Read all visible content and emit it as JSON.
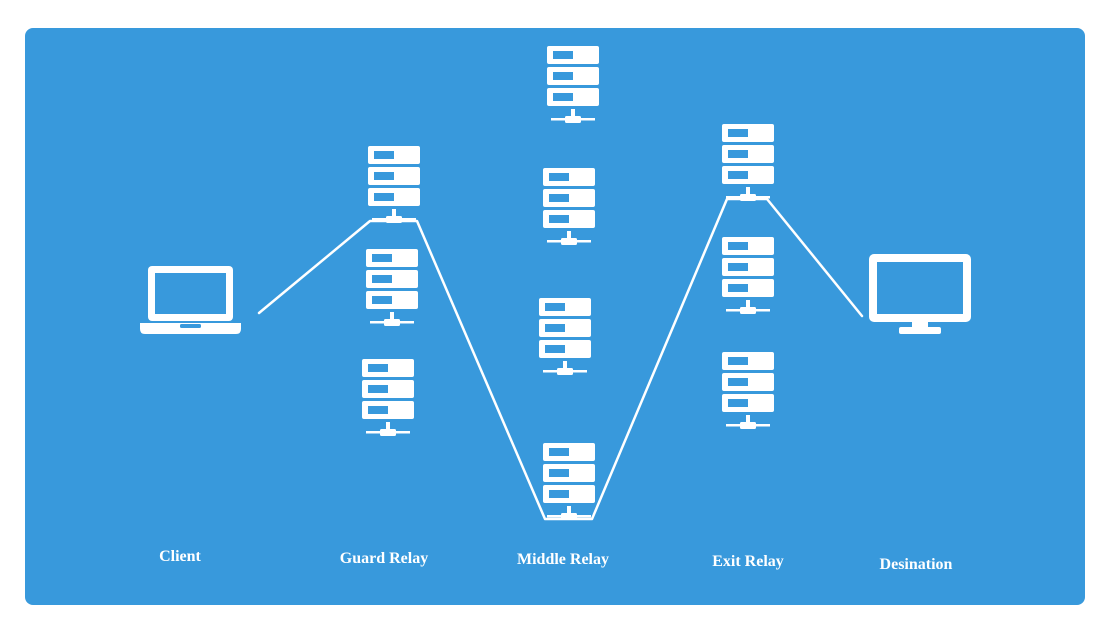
{
  "colors": {
    "background": "#3899dc",
    "foreground": "#ffffff"
  },
  "icons": {
    "client": "laptop-icon",
    "relay": "server-icon",
    "destination": "monitor-icon"
  },
  "labels": {
    "client": "Client",
    "guard": "Guard Relay",
    "middle": "Middle Relay",
    "exit": "Exit Relay",
    "destination": "Desination"
  }
}
